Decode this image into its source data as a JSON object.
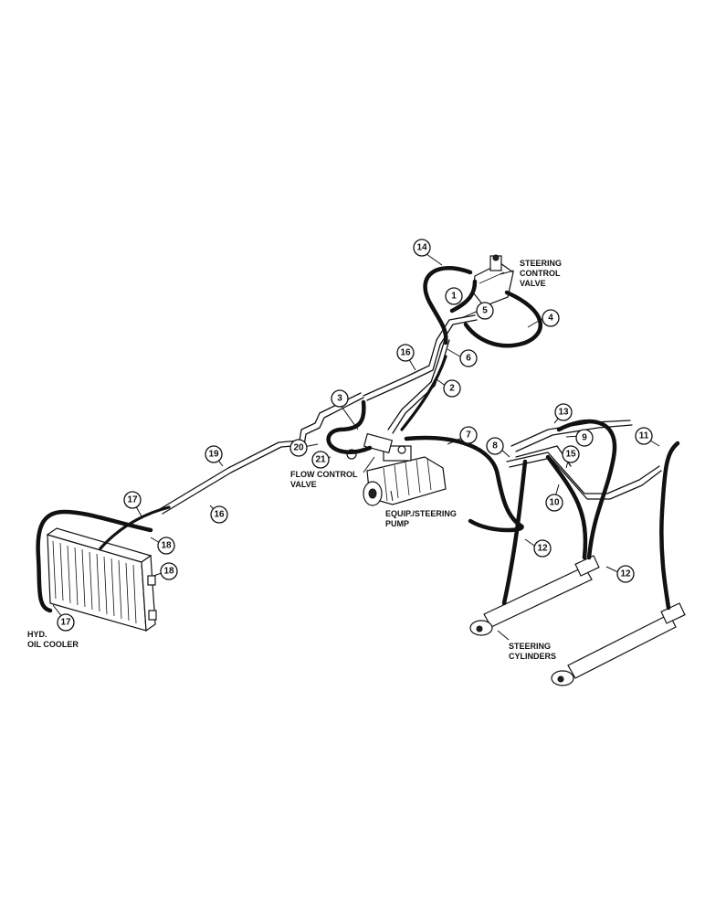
{
  "labels": {
    "steering_control_valve": [
      "STEERING",
      "CONTROL",
      "VALVE"
    ],
    "flow_control_valve": [
      "FLOW CONTROL",
      "VALVE"
    ],
    "equip_steering_pump": [
      "EQUIP./STEERING",
      "PUMP"
    ],
    "hyd_oil_cooler": [
      "HYD.",
      "OIL COOLER"
    ],
    "steering_cylinders": [
      "STEERING",
      "CYLINDERS"
    ]
  },
  "callouts": [
    "1",
    "2",
    "3",
    "4",
    "5",
    "6",
    "7",
    "8",
    "9",
    "10",
    "11",
    "12",
    "12",
    "13",
    "14",
    "15",
    "16",
    "16",
    "17",
    "17",
    "18",
    "18",
    "19",
    "20",
    "21"
  ]
}
